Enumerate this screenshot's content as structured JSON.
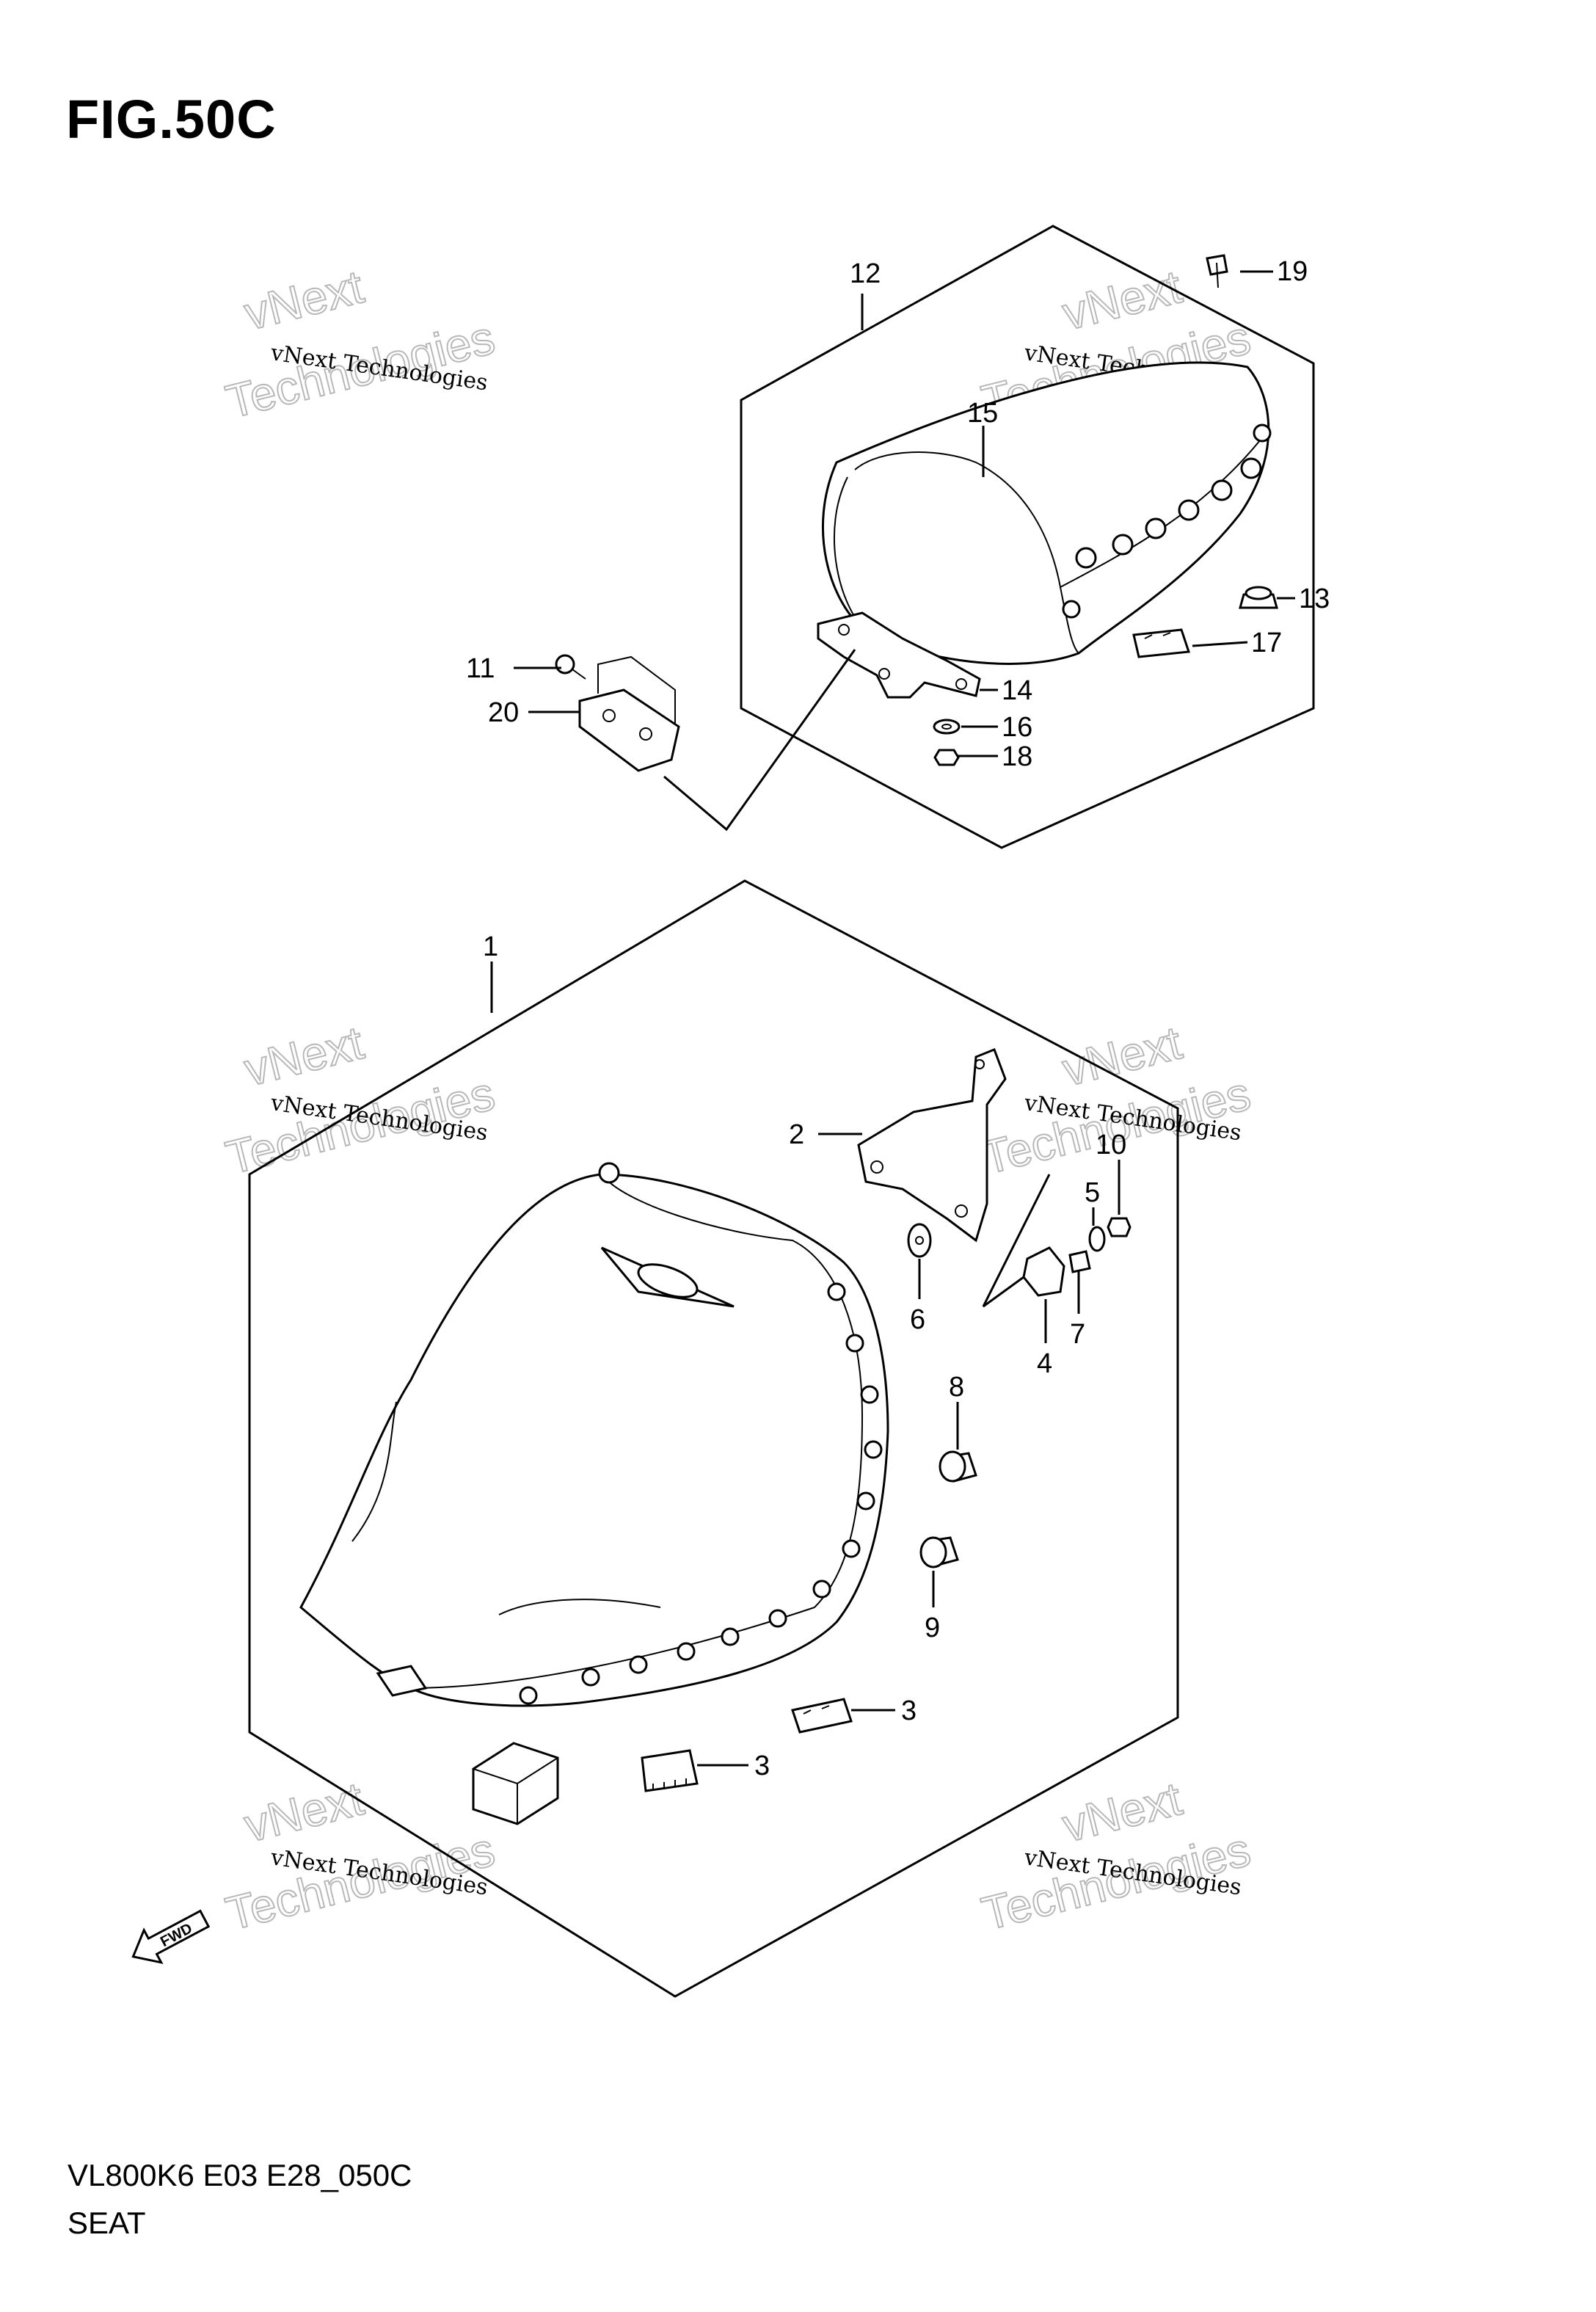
{
  "figure": {
    "title": "FIG.50C",
    "code": "VL800K6 E03 E28_050C",
    "name": "SEAT"
  },
  "watermark": {
    "line1": "vNext Technologies",
    "line2": "vNext",
    "line3": "Technologies"
  },
  "fwd_label": "FWD",
  "callouts": {
    "p1": "1",
    "p2": "2",
    "p3a": "3",
    "p3b": "3",
    "p4": "4",
    "p5": "5",
    "p6": "6",
    "p7": "7",
    "p8": "8",
    "p9": "9",
    "p10": "10",
    "p11": "11",
    "p12": "12",
    "p13": "13",
    "p14": "14",
    "p15": "15",
    "p16": "16",
    "p17": "17",
    "p18": "18",
    "p19": "19",
    "p20": "20"
  }
}
